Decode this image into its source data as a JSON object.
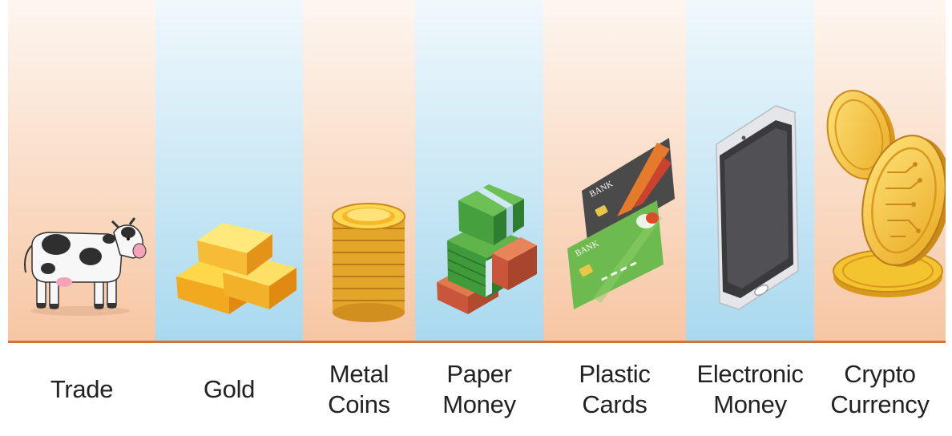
{
  "stages": [
    {
      "label": "Trade",
      "icon": "cow-icon",
      "bg": "orange"
    },
    {
      "label": "Gold",
      "icon": "gold-bars-icon",
      "bg": "blue"
    },
    {
      "label": "Metal\nCoins",
      "icon": "coin-stack-icon",
      "bg": "orange"
    },
    {
      "label": "Paper\nMoney",
      "icon": "banknote-stack-icon",
      "bg": "blue"
    },
    {
      "label": "Plastic\nCards",
      "icon": "credit-cards-icon",
      "bg": "orange"
    },
    {
      "label": "Electronic\nMoney",
      "icon": "smartphone-icon",
      "bg": "blue"
    },
    {
      "label": "Crypto\nCurrency",
      "icon": "crypto-coins-icon",
      "bg": "orange"
    }
  ],
  "cards": {
    "bank_label": "BANK"
  },
  "colors": {
    "orange_top": "#fdf6f0",
    "orange_bottom": "#f7c6a3",
    "blue_top": "#f0f8fc",
    "blue_bottom": "#a9d9ef",
    "baseline": "#d0743a",
    "gold": "#f4c430",
    "gold_dark": "#d99a1c"
  }
}
